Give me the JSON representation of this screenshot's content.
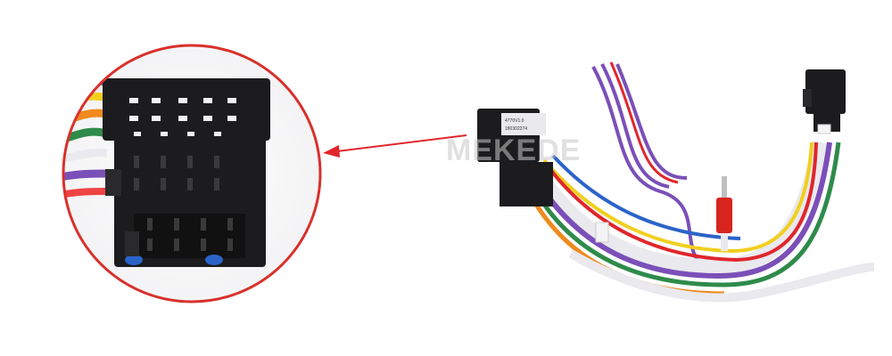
{
  "watermark": {
    "text": "MEKEDE"
  },
  "product": {
    "module_label_line1": "4770V1.0",
    "module_label_line2": "180302274"
  },
  "colors": {
    "arrow": "#e0262c",
    "zoom_circle": "#d9302b",
    "connector_body": "#1c1c1e",
    "rca_plug": "#d8241f",
    "wire_purple": "#7b4fb8",
    "wire_white": "#e9e9ee",
    "wire_green": "#2e8b4a",
    "wire_orange": "#ef8a1e",
    "wire_blue": "#2b63c9",
    "wire_yellow": "#f1cf1e"
  },
  "icons": {
    "arrow": "arrow-left-icon"
  }
}
